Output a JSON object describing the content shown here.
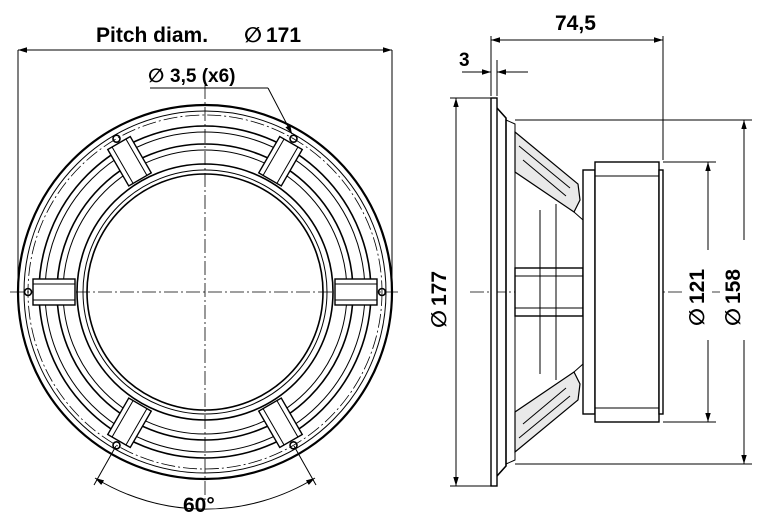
{
  "front_view": {
    "pitch_label": "Pitch diam.",
    "pitch_value": "171",
    "hole_label": "3,5 (x6)",
    "angle_label": "60°"
  },
  "side_view": {
    "depth_label": "74,5",
    "flange_label": "3",
    "outer_diam": "177",
    "magnet_diam": "121",
    "cutout_diam": "158"
  },
  "symbols": {
    "diameter": "∅"
  }
}
